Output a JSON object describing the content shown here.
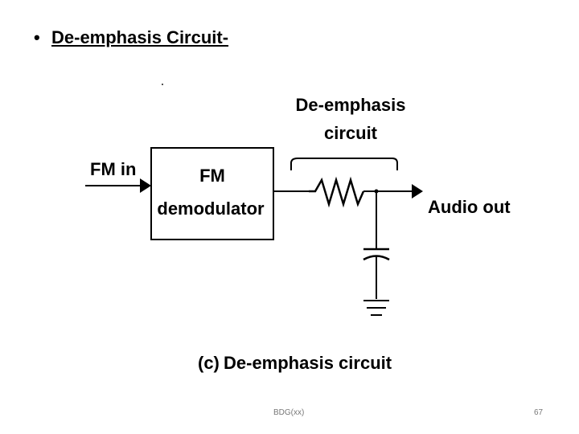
{
  "slide": {
    "bullet": "•",
    "heading": "De-emphasis Circuit-",
    "footer_center": "BDG(xx)",
    "page_number": "67"
  },
  "diagram": {
    "input_label": "FM in",
    "block_line1": "FM",
    "block_line2": "demodulator",
    "circuit_label_line1": "De-emphasis",
    "circuit_label_line2": "circuit",
    "output_label": "Audio out",
    "caption_prefix": "(c)",
    "caption_text": "De-emphasis circuit"
  }
}
